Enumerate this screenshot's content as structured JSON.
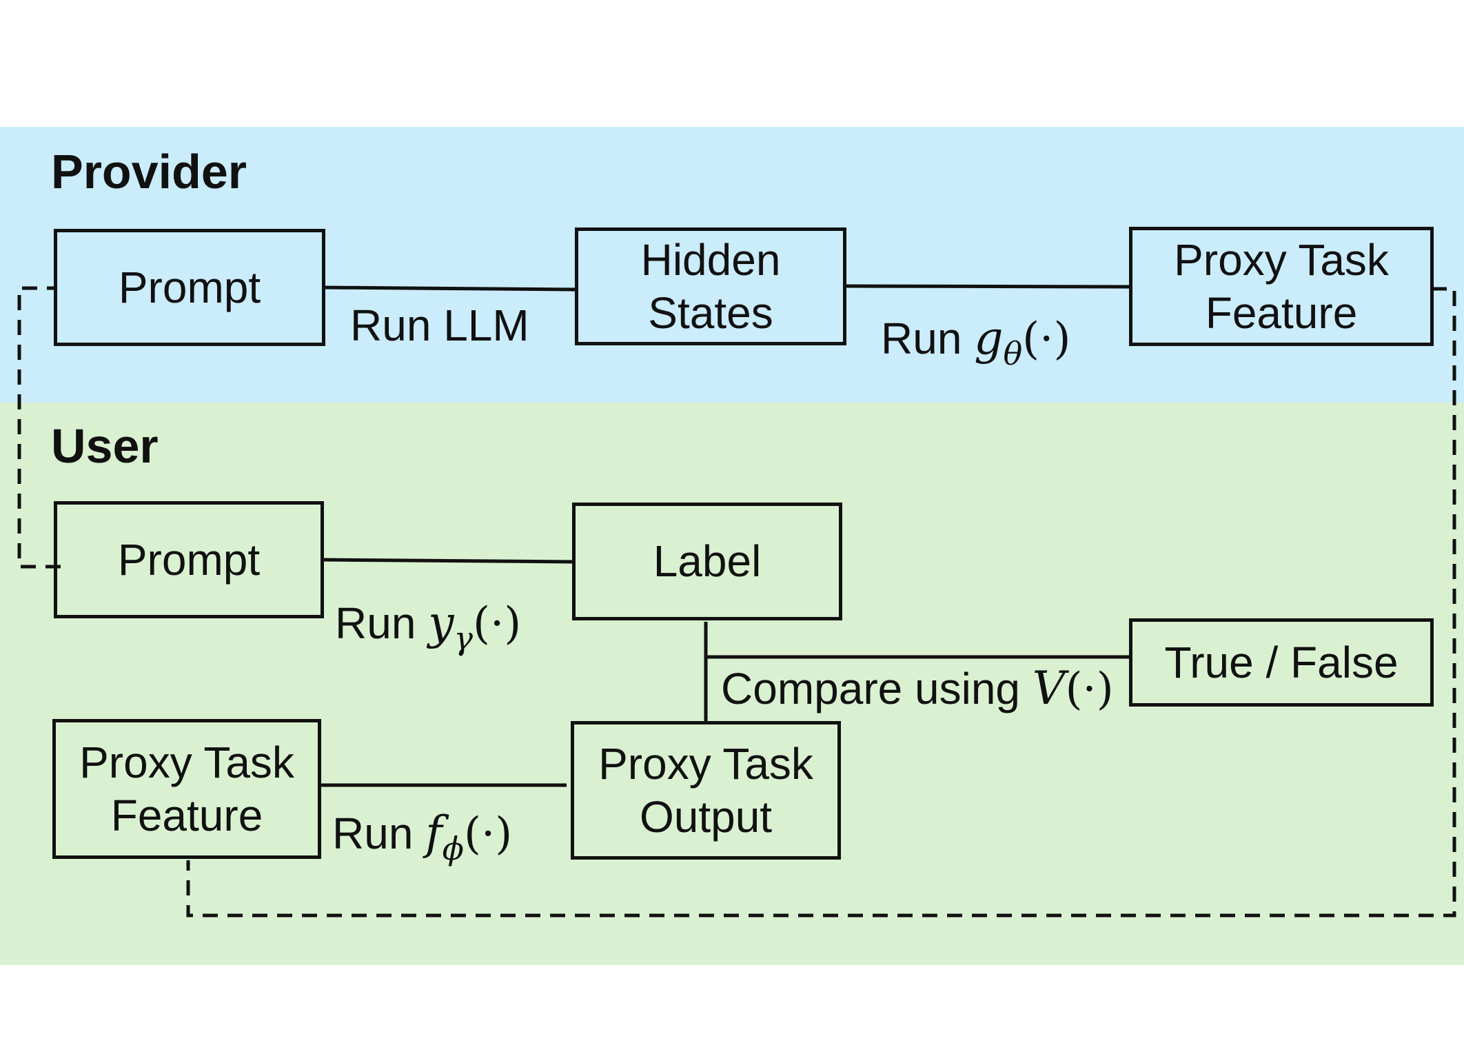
{
  "sections": {
    "provider_title": "Provider",
    "user_title": "User"
  },
  "provider": {
    "prompt": "Prompt",
    "hidden_states": "Hidden\nStates",
    "proxy_feature": "Proxy Task\nFeature",
    "run_llm": "Run LLM",
    "run_g": {
      "prefix": "Run ",
      "fn": "g",
      "sub": "θ",
      "args": "(·)"
    }
  },
  "user": {
    "prompt": "Prompt",
    "label": "Label",
    "true_false": "True / False",
    "proxy_feature": "Proxy Task\nFeature",
    "proxy_output": "Proxy Task\nOutput",
    "run_y": {
      "prefix": "Run ",
      "fn": "y",
      "sub": "γ",
      "args": "(·)"
    },
    "run_f": {
      "prefix": "Run ",
      "fn": "f",
      "sub": "ϕ",
      "args": "(·)"
    },
    "compare": {
      "prefix": "Compare using ",
      "fn": "V",
      "args": "(·)"
    }
  },
  "colors": {
    "provider_bg": "#caecfb",
    "user_bg": "#d9f1d1",
    "stroke": "#111111"
  }
}
